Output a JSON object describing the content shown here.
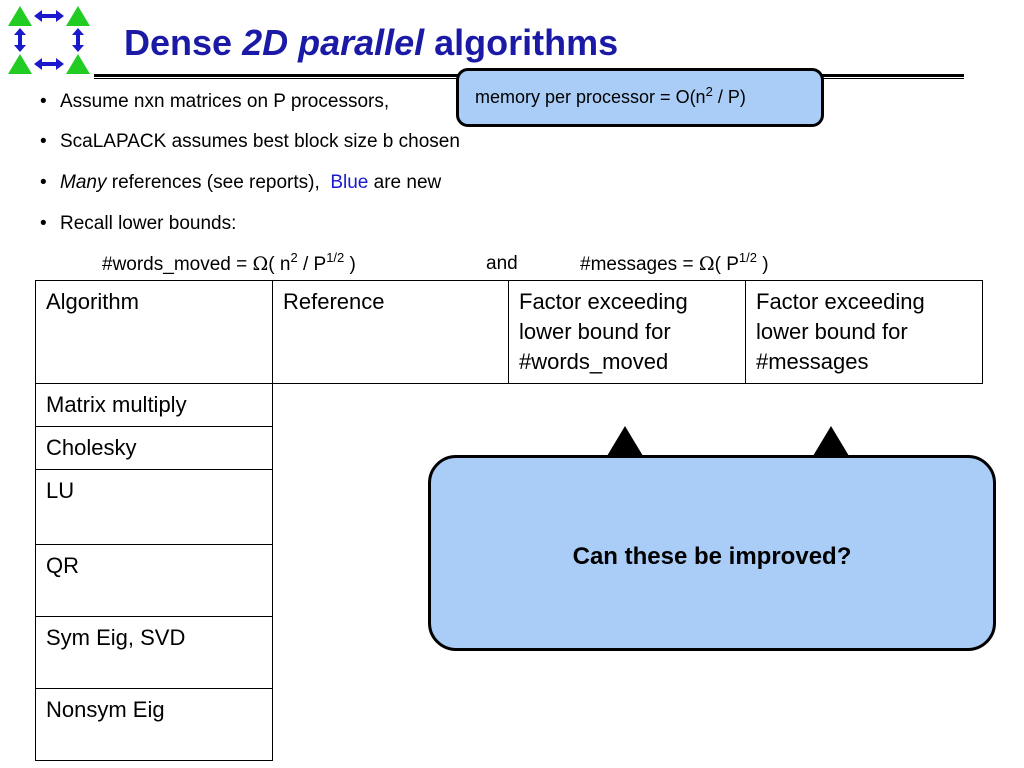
{
  "title": {
    "prefix": "Dense ",
    "italic": "2D parallel",
    "suffix": " algorithms"
  },
  "bullets": {
    "b1": "Assume nxn matrices on P processors,",
    "b2": "ScaLAPACK assumes best block size b chosen",
    "b3_italic": "Many",
    "b3_text": " references (see reports),",
    "b3_blue": "Blue",
    "b3_tail": " are new",
    "b4": "Recall lower bounds:"
  },
  "formula": {
    "words_lhs": "#words_moved  =  ",
    "omega": "Ω",
    "words_open": "( n",
    "sq": "2",
    "words_div": " /  P",
    "half": "1/2",
    "words_close": " )",
    "and": "and",
    "msgs_lhs": "#messages = ",
    "msgs_open": "( P",
    "msgs_close": " )"
  },
  "memory_callout": {
    "pre": "memory per processor = O(n",
    "sup": "2",
    "post": " / P)"
  },
  "table": {
    "headers": [
      "Algorithm",
      "Reference",
      "Factor exceeding lower bound for #words_moved",
      "Factor exceeding lower bound for #messages"
    ],
    "rows": [
      "Matrix multiply",
      "Cholesky",
      "LU",
      "QR",
      "Sym Eig, SVD",
      "Nonsym Eig"
    ]
  },
  "improve_callout": "Can these be improved?",
  "colors": {
    "title": "#1a1aa6",
    "blue_word": "#1a1acc",
    "callout_fill": "#a9cdf7",
    "logo_green": "#22cc22",
    "logo_blue": "#1a1acc"
  },
  "icons": [
    "processor-grid-logo-icon"
  ]
}
